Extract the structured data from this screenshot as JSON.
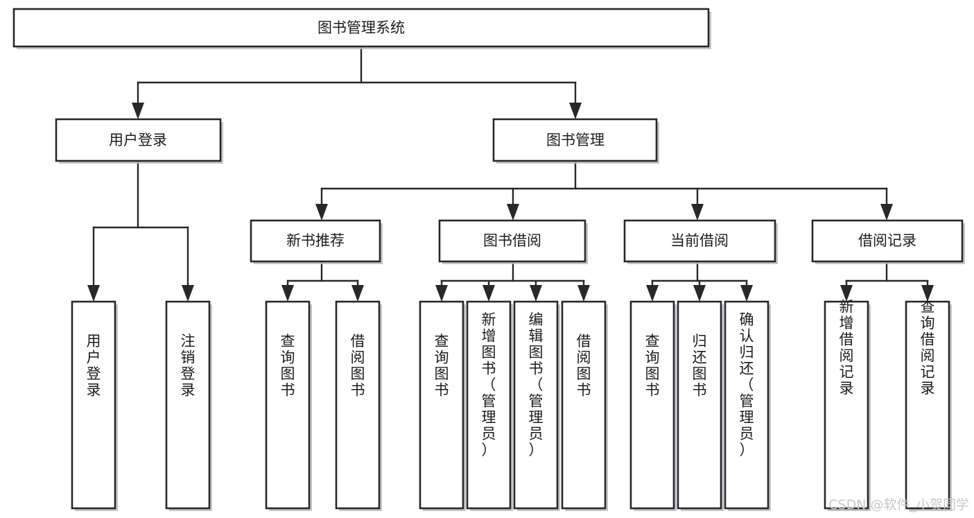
{
  "diagram": {
    "title": "图书管理系统",
    "type": "hierarchy-tree",
    "levels": 4,
    "root": {
      "id": "root",
      "label": "图书管理系统",
      "orientation": "horizontal"
    },
    "level2": [
      {
        "id": "user-login",
        "label": "用户登录",
        "orientation": "horizontal"
      },
      {
        "id": "book-manage",
        "label": "图书管理",
        "orientation": "horizontal"
      }
    ],
    "level3": [
      {
        "id": "new-book-recommend",
        "label": "新书推荐",
        "orientation": "horizontal",
        "parent": "book-manage"
      },
      {
        "id": "book-borrow",
        "label": "图书借阅",
        "orientation": "horizontal",
        "parent": "book-manage"
      },
      {
        "id": "current-borrow",
        "label": "当前借阅",
        "orientation": "horizontal",
        "parent": "book-manage"
      },
      {
        "id": "borrow-record",
        "label": "借阅记录",
        "orientation": "horizontal",
        "parent": "book-manage"
      }
    ],
    "leaves": [
      {
        "id": "leaf-user-login",
        "label": "用户登录",
        "orientation": "vertical",
        "parent": "user-login"
      },
      {
        "id": "leaf-user-logout",
        "label": "注销登录",
        "orientation": "vertical",
        "parent": "user-login"
      },
      {
        "id": "leaf-query-book-1",
        "label": "查询图书",
        "orientation": "vertical",
        "parent": "new-book-recommend"
      },
      {
        "id": "leaf-borrow-book-1",
        "label": "借阅图书",
        "orientation": "vertical",
        "parent": "new-book-recommend"
      },
      {
        "id": "leaf-query-book-2",
        "label": "查询图书",
        "orientation": "vertical",
        "parent": "book-borrow"
      },
      {
        "id": "leaf-add-book",
        "label": "新增图书（管理员）",
        "orientation": "vertical",
        "parent": "book-borrow"
      },
      {
        "id": "leaf-edit-book",
        "label": "编辑图书（管理员）",
        "orientation": "vertical",
        "parent": "book-borrow"
      },
      {
        "id": "leaf-borrow-book-2",
        "label": "借阅图书",
        "orientation": "vertical",
        "parent": "book-borrow"
      },
      {
        "id": "leaf-query-book-3",
        "label": "查询图书",
        "orientation": "vertical",
        "parent": "current-borrow"
      },
      {
        "id": "leaf-return-book",
        "label": "归还图书",
        "orientation": "vertical",
        "parent": "current-borrow"
      },
      {
        "id": "leaf-confirm-return",
        "label": "确认归还（管理员）",
        "orientation": "vertical",
        "parent": "current-borrow"
      },
      {
        "id": "leaf-add-record",
        "label": "新增借阅记录",
        "orientation": "vertical",
        "parent": "borrow-record"
      },
      {
        "id": "leaf-query-record",
        "label": "查询借阅记录",
        "orientation": "vertical",
        "parent": "borrow-record"
      }
    ]
  },
  "watermark": {
    "text": "CSDN @软件_小贺同学"
  },
  "colors": {
    "stroke": "#26282b",
    "fill": "#ffffff",
    "text": "#1b1c1e",
    "watermark": "#c6c8ca",
    "shadow": "#b9bbbd"
  }
}
